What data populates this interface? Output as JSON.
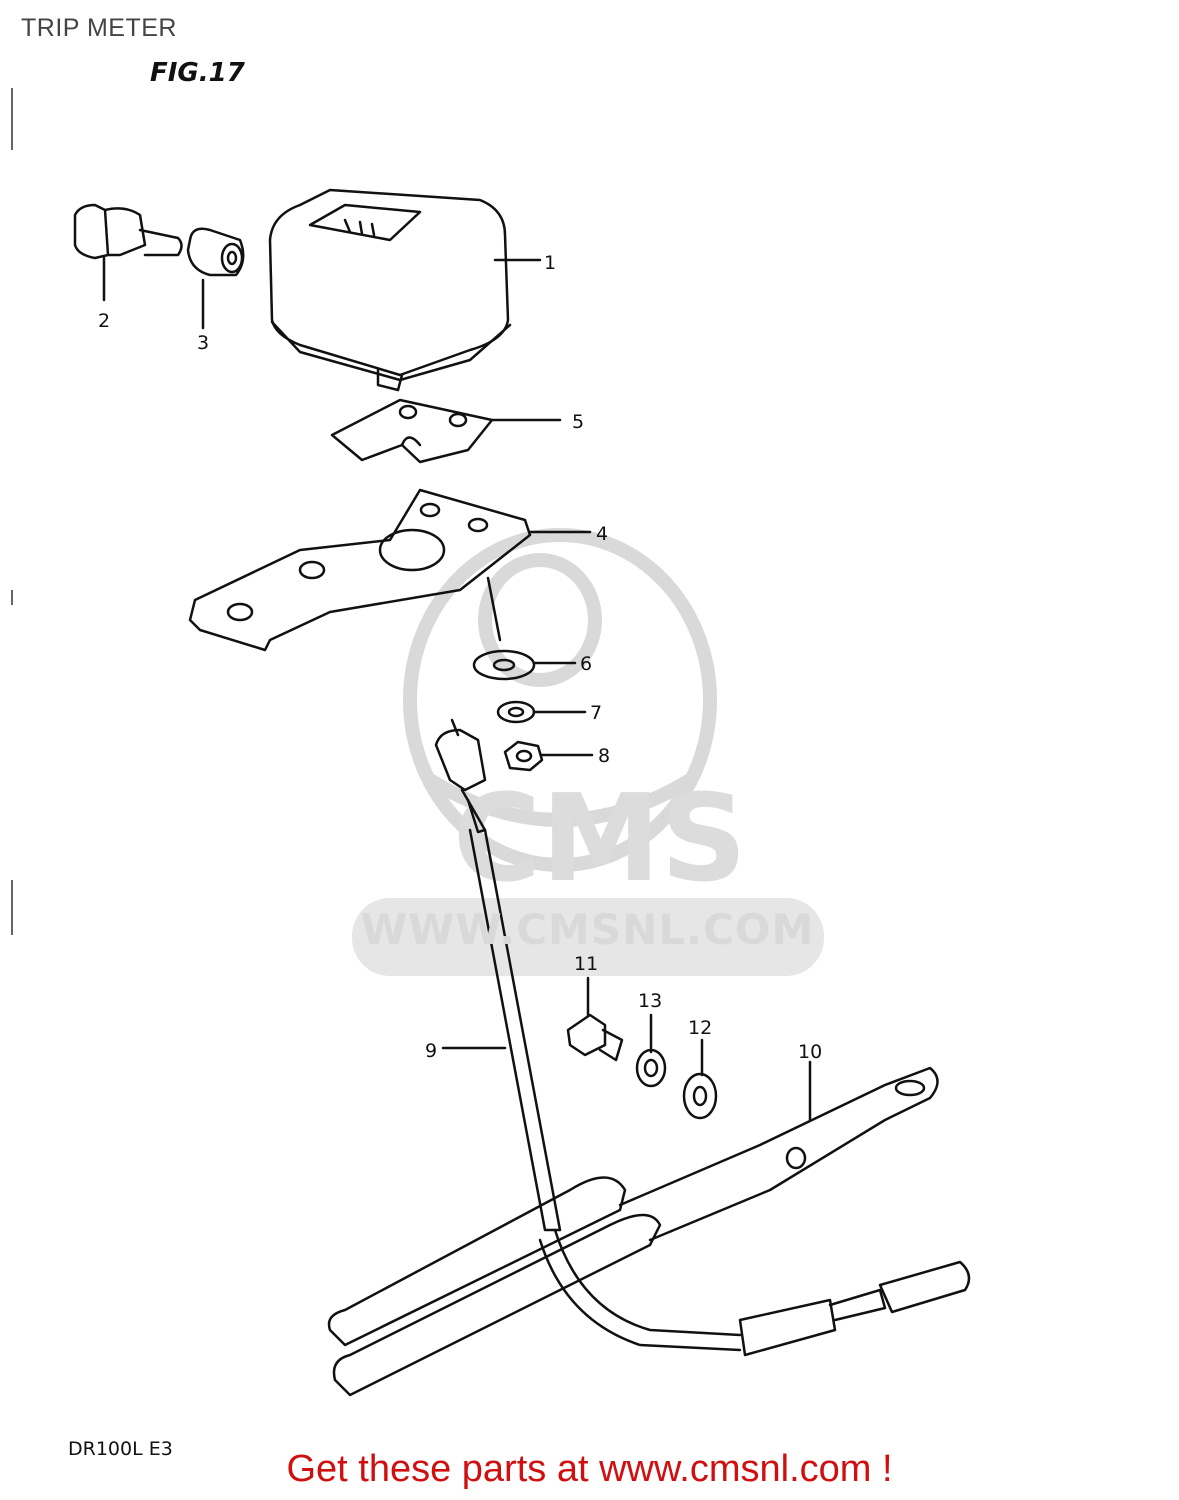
{
  "page_title": "TRIP METER",
  "figure_label": "FIG.17",
  "model_code": "DR100L E3",
  "footer_text": "Get these parts at www.cmsnl.com !",
  "watermark": {
    "logo_text": "CMS",
    "site_text": "WWW.CMSNL.COM",
    "color": "#d9d9d9"
  },
  "callouts": [
    {
      "num": "1"
    },
    {
      "num": "2"
    },
    {
      "num": "3"
    },
    {
      "num": "4"
    },
    {
      "num": "5"
    },
    {
      "num": "6"
    },
    {
      "num": "7"
    },
    {
      "num": "8"
    },
    {
      "num": "9"
    },
    {
      "num": "10"
    },
    {
      "num": "11"
    },
    {
      "num": "12"
    },
    {
      "num": "13"
    }
  ],
  "colors": {
    "line": "#111111",
    "footer": "#d01010"
  }
}
